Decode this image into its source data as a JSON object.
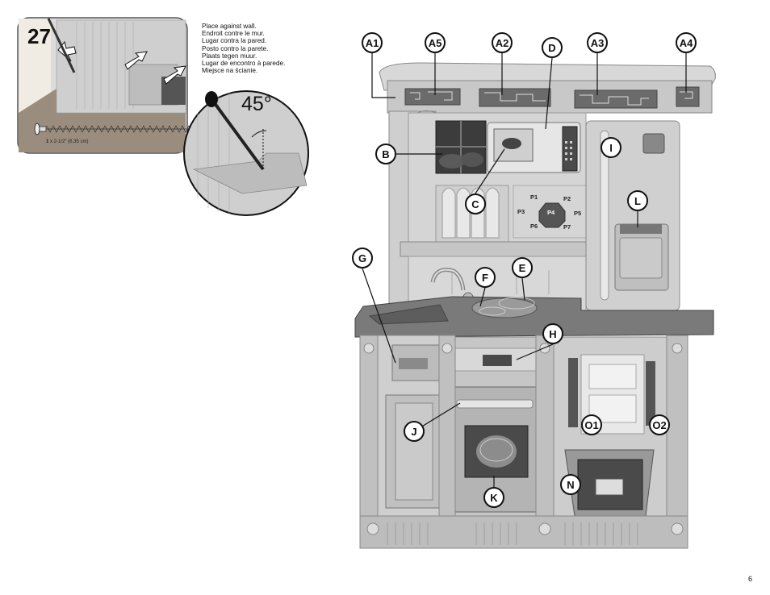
{
  "step": {
    "number": "27",
    "instructions": [
      "Place against wall.",
      "Endroit contre le mur.",
      "Lugar contra la pared.",
      "Posto contro la parete.",
      "Plaats tegen muur.",
      "Lugar de encontro à parede.",
      "Miejsce na ścianie."
    ],
    "screw_qty": "1",
    "screw_size": "x 2-1/2\" (6,35 cm)",
    "angle": "45°"
  },
  "callouts": [
    "A1",
    "A5",
    "A2",
    "D",
    "A3",
    "A4",
    "B",
    "I",
    "C",
    "L",
    "G",
    "E",
    "F",
    "H",
    "J",
    "O1",
    "O2",
    "N",
    "K"
  ],
  "panel_zones": [
    "P1",
    "P2",
    "P3",
    "P4",
    "P5",
    "P6",
    "P7"
  ],
  "page_number": "6"
}
